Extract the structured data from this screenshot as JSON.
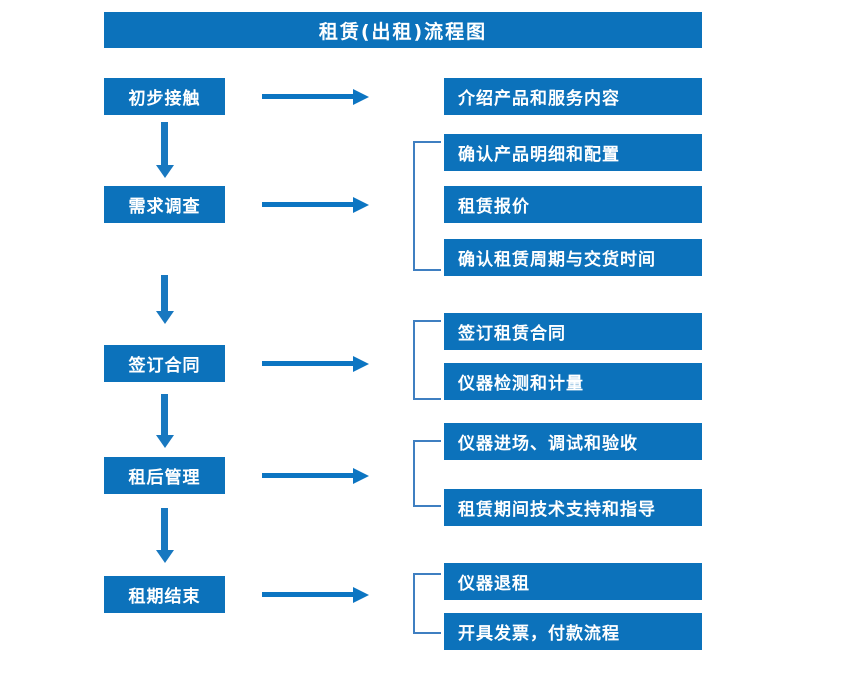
{
  "diagram": {
    "title": "租赁(出租)流程图",
    "colors": {
      "box_fill": "#0c72bb",
      "box_text": "#ffffff",
      "vertical_arrow": "#1878c0",
      "horizontal_arrow": "#0c75c2",
      "bracket": "#3f7fc1",
      "background": "#ffffff"
    },
    "stages": [
      {
        "label": "初步接触",
        "details": [
          "介绍产品和服务内容"
        ]
      },
      {
        "label": "需求调查",
        "details": [
          "确认产品明细和配置",
          "租赁报价",
          "确认租赁周期与交货时间"
        ]
      },
      {
        "label": "签订合同",
        "details": [
          "签订租赁合同",
          "仪器检测和计量"
        ]
      },
      {
        "label": "租后管理",
        "details": [
          "仪器进场、调试和验收",
          "租赁期间技术支持和指导"
        ]
      },
      {
        "label": "租期结束",
        "details": [
          "仪器退租",
          "开具发票，付款流程"
        ]
      }
    ]
  }
}
